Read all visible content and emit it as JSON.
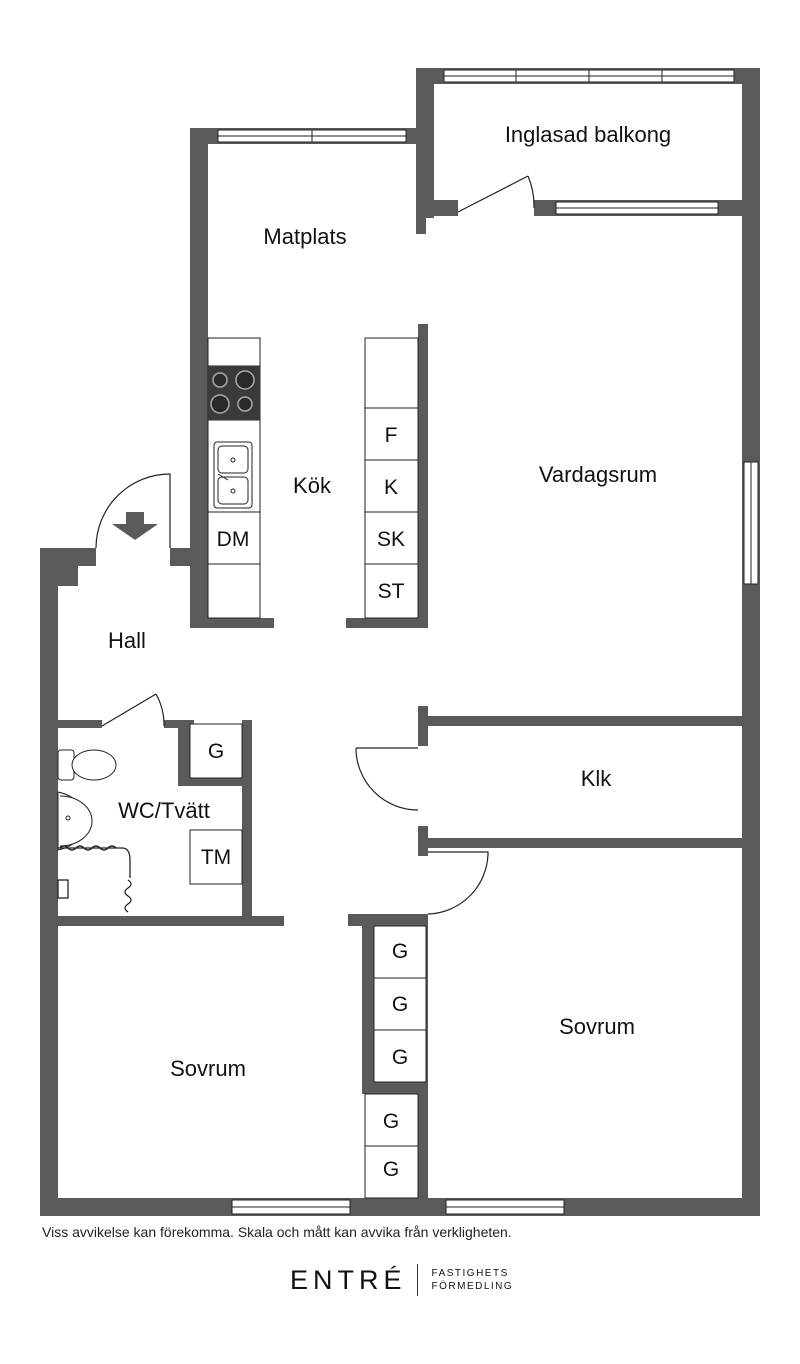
{
  "rooms": {
    "balcony": "Inglasad balkong",
    "dining": "Matplats",
    "kitchen": "Kök",
    "living": "Vardagsrum",
    "hall": "Hall",
    "wc": "WC/Tvätt",
    "closet": "Klk",
    "bedroom_left": "Sovrum",
    "bedroom_right": "Sovrum"
  },
  "fixtures": {
    "fridge": "F",
    "cooler": "K",
    "tall_cabinet": "SK",
    "storage": "ST",
    "dishwasher": "DM",
    "dryer": "TM",
    "wardrobe": "G"
  },
  "icons": {
    "entrance": "entrance-arrow-icon",
    "stove": "stove-icon",
    "sink": "sink-icon",
    "toilet": "toilet-icon",
    "washbasin": "washbasin-icon",
    "shower": "shower-icon"
  },
  "colors": {
    "wall": "#5a5a5a",
    "line": "#222222"
  },
  "disclaimer": "Viss avvikelse kan förekomma. Skala och mått kan avvika från verkligheten.",
  "logo": {
    "name": "ENTRÉ",
    "line1": "FASTIGHETS",
    "line2": "FÖRMEDLING"
  }
}
